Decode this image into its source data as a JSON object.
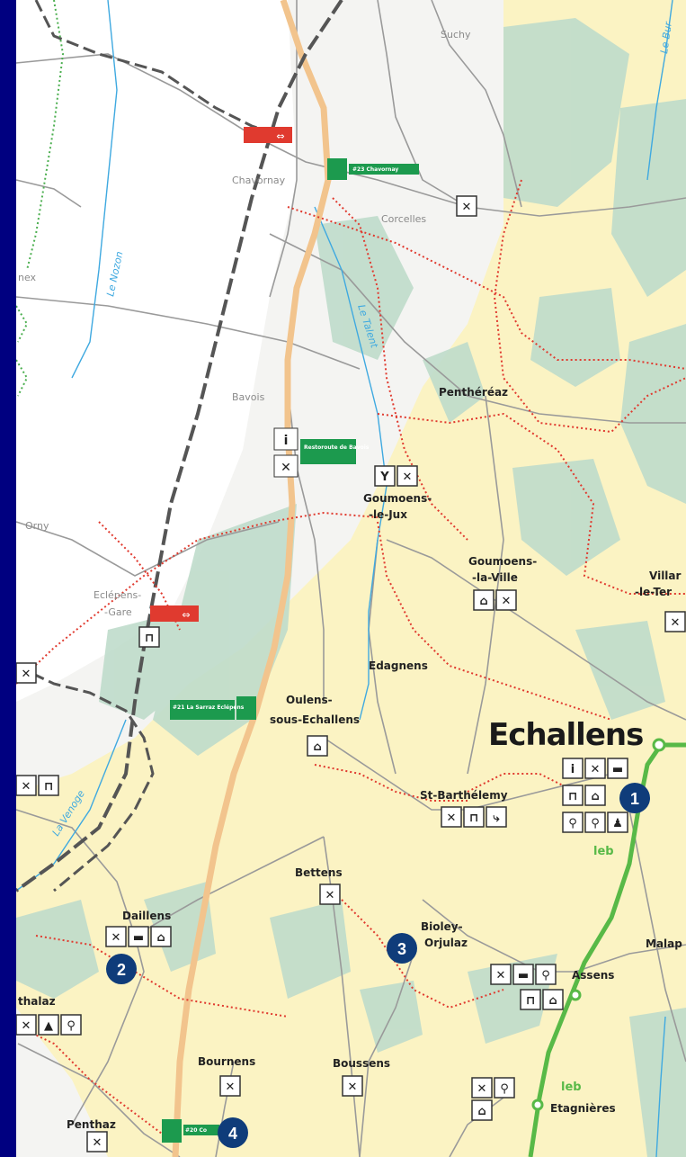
{
  "map": {
    "places": {
      "suchy": "Suchy",
      "chavornay": "Chavornay",
      "corcelles": "Corcelles",
      "penthereaz": "Penthéréaz",
      "bavois": "Bavois",
      "orny": "Orny",
      "goumoens_le_jux_1": "Goumoens-",
      "goumoens_le_jux_2": "-le-Jux",
      "goumoens_la_ville_1": "Goumoens-",
      "goumoens_la_ville_2": "-la-Ville",
      "villars_1": "Villar",
      "villars_2": "-le-Ter",
      "eclepens_gare_1": "Eclépens-",
      "eclepens_gare_2": "-Gare",
      "edagnens": "Edagnens",
      "oulens_1": "Oulens-",
      "oulens_2": "sous-Echallens",
      "echallens": "Echallens",
      "st_barthelemy": "St-Barthélemy",
      "bettens": "Bettens",
      "daillens": "Daillens",
      "bioley_1": "Bioley-",
      "bioley_2": "Orjulaz",
      "malapalud": "Malap",
      "assens": "Assens",
      "penthalaz": "thalaz",
      "bournens": "Bournens",
      "boussens": "Boussens",
      "etagnieres": "Etagnières",
      "penthaz": "Penthaz",
      "nex": "nex"
    },
    "rivers": {
      "nozon": "Le Nozon",
      "talent": "Le Talent",
      "venoge": "La Venoge",
      "buron": "Le Bur"
    },
    "motorway_exits": {
      "chavornay": "#23 Chavornay",
      "la_sarraz": "#21 La Sarraz Eclépens",
      "cossonay": "#20 Co"
    },
    "signs": {
      "bavois_rest": "Restoroute de Bavois"
    },
    "rail_labels": {
      "leb_1": "leb",
      "leb_2": "leb"
    },
    "markers": [
      "1",
      "2",
      "3",
      "4"
    ],
    "colors": {
      "background_frame": "#000080",
      "yellow_land": "#fbf3c3",
      "forest": "#bfdccb",
      "river": "#3fa9e0",
      "motorway": "#f2c48d",
      "railway": "#555555",
      "trail": "#e03a2f",
      "leb_line": "#58b947",
      "station_red": "#e03a2f",
      "motorway_sign": "#1c9a4e",
      "marker_blue": "#0f3c7a"
    }
  }
}
